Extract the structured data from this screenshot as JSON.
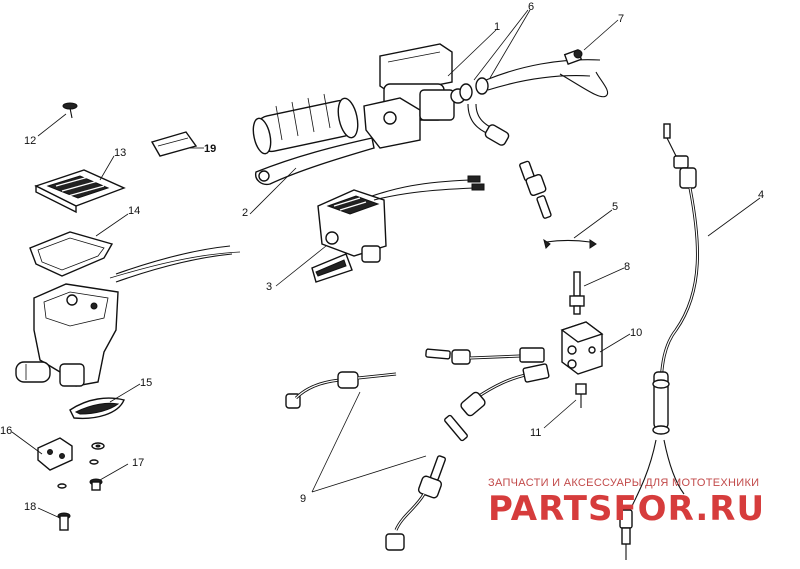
{
  "callouts": [
    {
      "id": "c1",
      "label": "1"
    },
    {
      "id": "c2",
      "label": "2"
    },
    {
      "id": "c3",
      "label": "3"
    },
    {
      "id": "c4",
      "label": "4"
    },
    {
      "id": "c5",
      "label": "5"
    },
    {
      "id": "c6",
      "label": "6"
    },
    {
      "id": "c7",
      "label": "7"
    },
    {
      "id": "c8",
      "label": "8"
    },
    {
      "id": "c9",
      "label": "9"
    },
    {
      "id": "c10",
      "label": "10"
    },
    {
      "id": "c11",
      "label": "11"
    },
    {
      "id": "c12",
      "label": "12"
    },
    {
      "id": "c13",
      "label": "13"
    },
    {
      "id": "c14",
      "label": "14"
    },
    {
      "id": "c15",
      "label": "15"
    },
    {
      "id": "c16",
      "label": "16"
    },
    {
      "id": "c17",
      "label": "17"
    },
    {
      "id": "c18",
      "label": "18"
    },
    {
      "id": "c19",
      "label": "19"
    }
  ],
  "watermark": {
    "tagline": "ЗАПЧАСТИ И АКСЕССУАРЫ ДЛЯ МОТОТЕХНИКИ",
    "brand": "PARTSFOR.RU",
    "color": "#d63c3c"
  }
}
